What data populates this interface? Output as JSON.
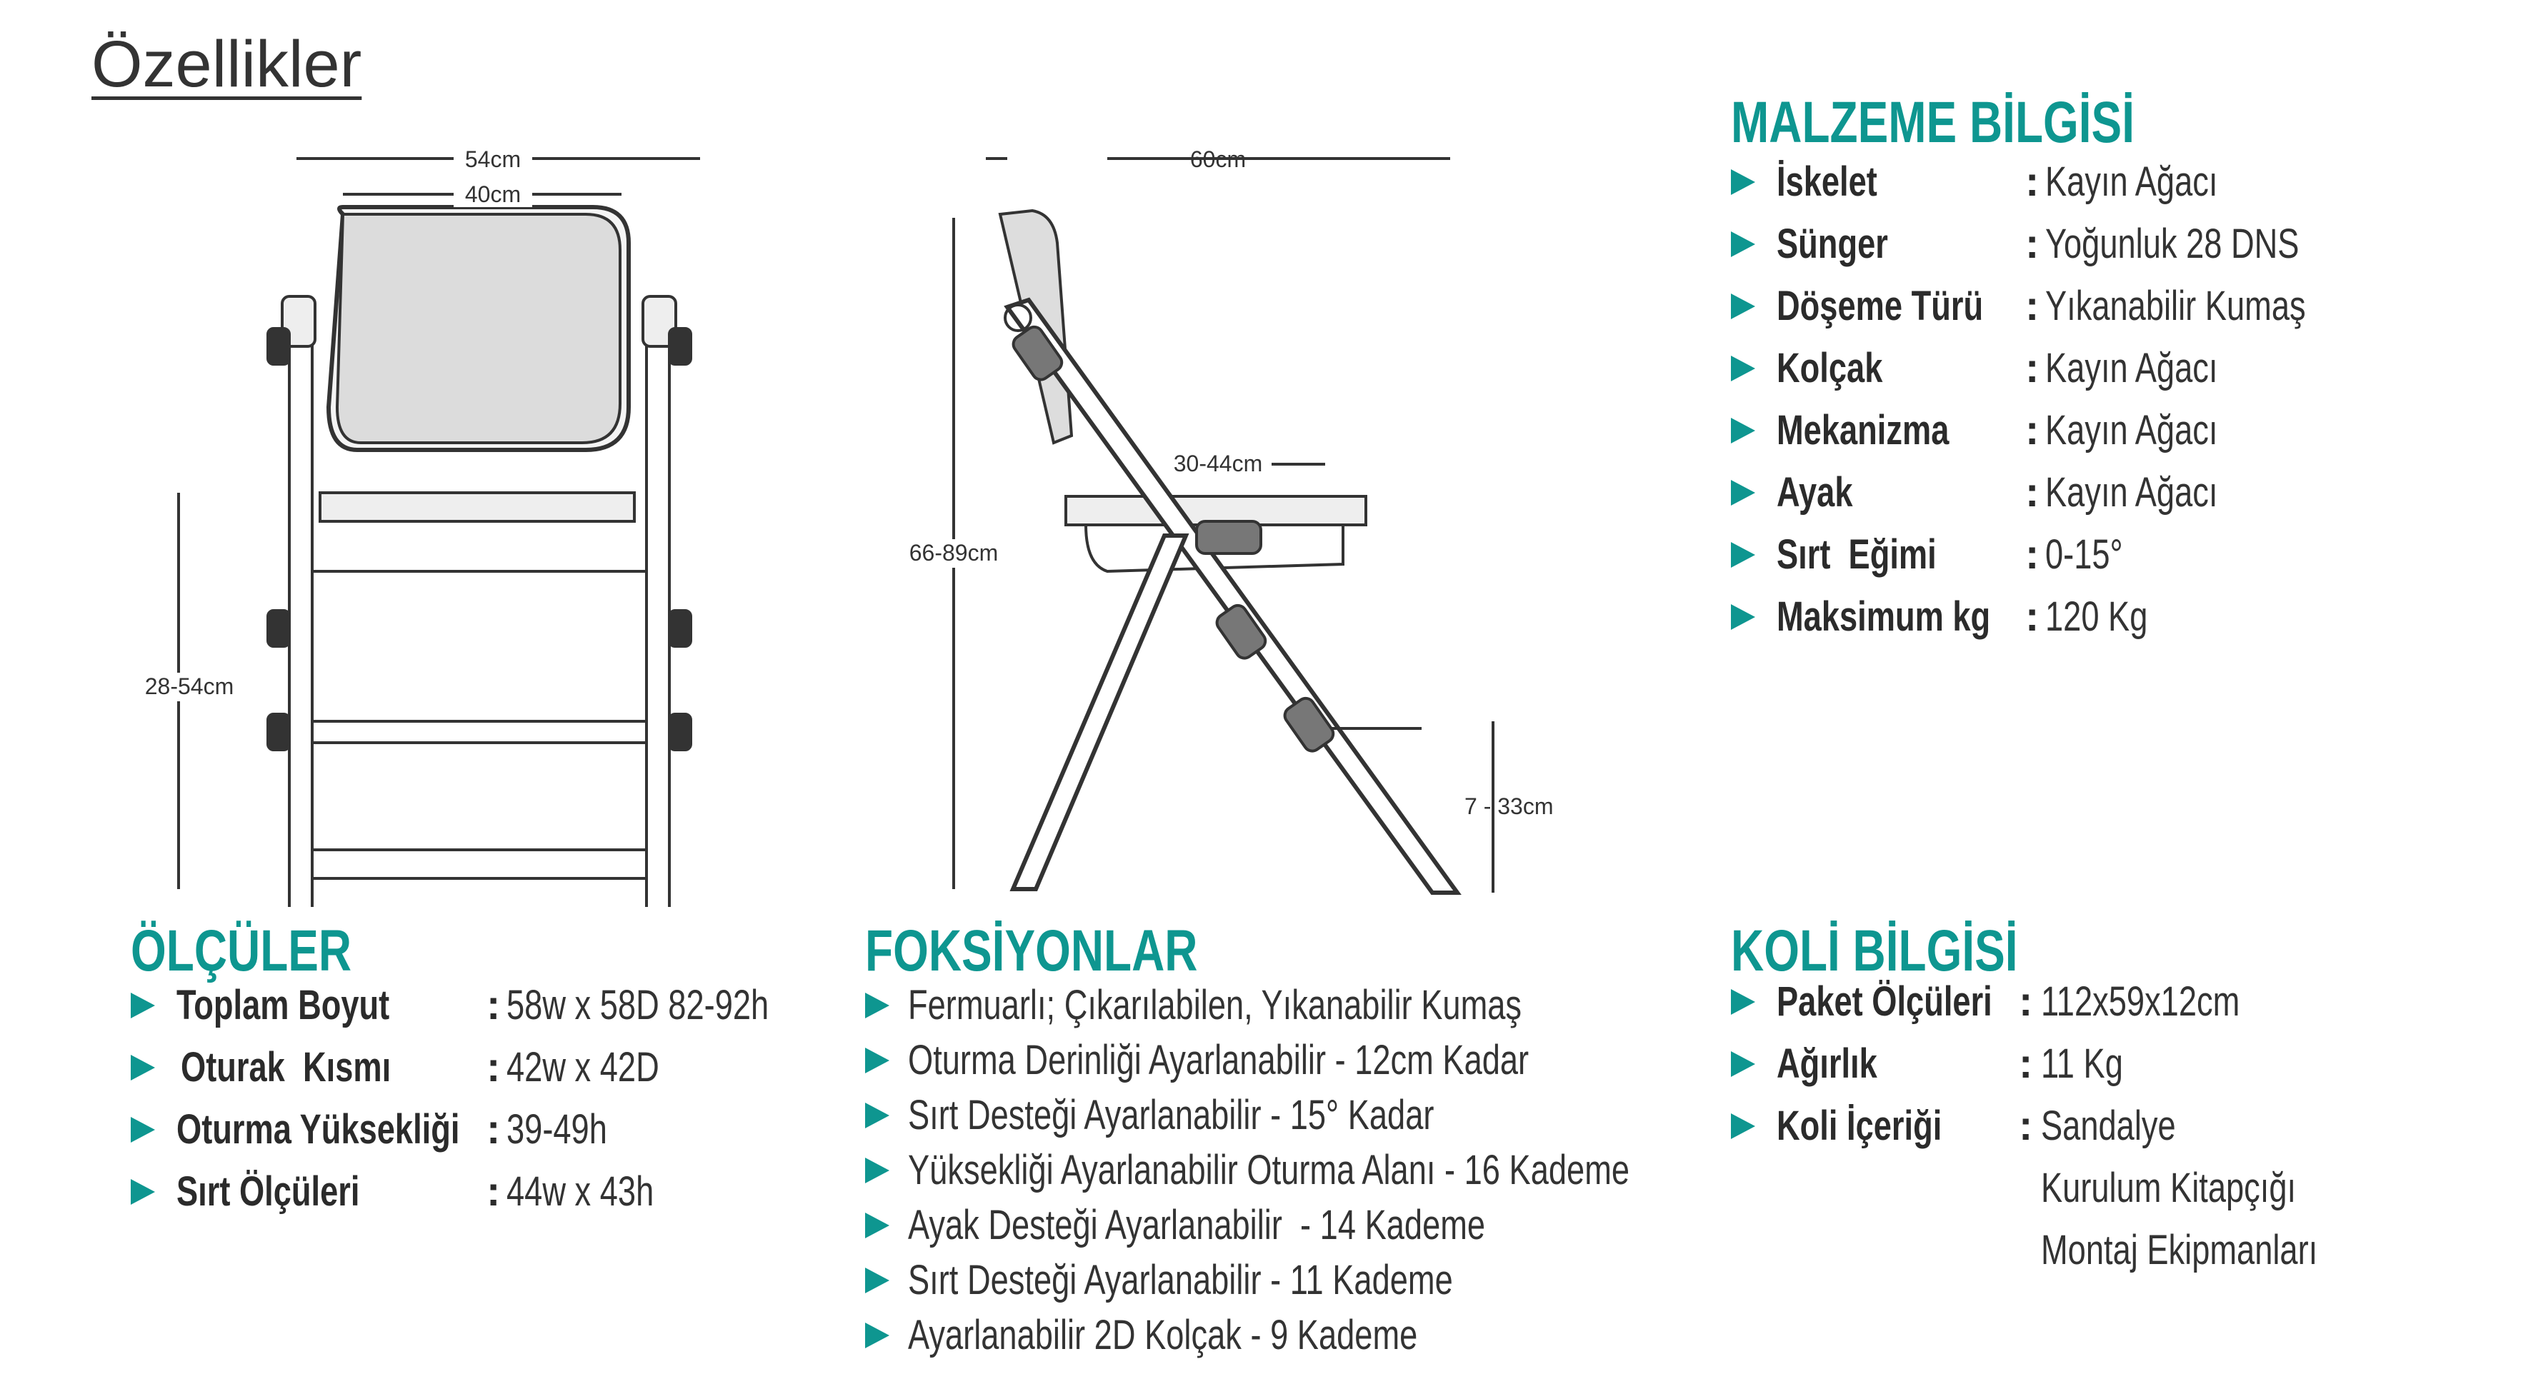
{
  "title": "Özellikler",
  "diagram": {
    "front": {
      "width_outer": "54cm",
      "width_inner": "40cm",
      "height": "28-54cm"
    },
    "side": {
      "depth": "60cm",
      "seat_depth": "30-44cm",
      "height": "66-89cm",
      "footrest": "7 - 33cm"
    }
  },
  "colors": {
    "accent": "#0e9690",
    "text": "#2b2b2b"
  },
  "malzeme": {
    "heading": "MALZEME BİLGİSİ",
    "rows": [
      {
        "label": "İskelet",
        "value": "Kayın Ağacı"
      },
      {
        "label": "Sünger",
        "value": "Yoğunluk 28 DNS"
      },
      {
        "label": "Döşeme Türü",
        "value": "Yıkanabilir Kumaş"
      },
      {
        "label": "Kolçak",
        "value": "Kayın Ağacı"
      },
      {
        "label": "Mekanizma",
        "value": "Kayın Ağacı"
      },
      {
        "label": "Ayak",
        "value": "Kayın Ağacı"
      },
      {
        "label": "Sırt  Eğimi",
        "value": "0-15°"
      },
      {
        "label": "Maksimum kg",
        "value": "120 Kg"
      }
    ]
  },
  "olculer": {
    "heading": "ÖLÇÜLER",
    "rows": [
      {
        "label": "Toplam Boyut",
        "value": "58w x 58D 82-92h"
      },
      {
        "label": "Oturak  Kısmı",
        "value": "42w x 42D"
      },
      {
        "label": "Oturma Yüksekliği",
        "value": "39-49h"
      },
      {
        "label": "Sırt Ölçüleri",
        "value": "44w x 43h"
      }
    ]
  },
  "fonksiyonlar": {
    "heading": "FOKSİYONLAR",
    "items": [
      "Fermuarlı; Çıkarılabilen, Yıkanabilir Kumaş",
      "Oturma Derinliği Ayarlanabilir - 12cm Kadar",
      "Sırt Desteği Ayarlanabilir - 15° Kadar",
      "Yüksekliği Ayarlanabilir Oturma Alanı - 16 Kademe",
      "Ayak Desteği Ayarlanabilir  - 14 Kademe",
      "Sırt Desteği Ayarlanabilir - 11 Kademe",
      "Ayarlanabilir 2D Kolçak - 9 Kademe"
    ]
  },
  "koli": {
    "heading": "KOLİ BİLGİSİ",
    "rows": [
      {
        "label": "Paket Ölçüleri",
        "value": "112x59x12cm"
      },
      {
        "label": "Ağırlık",
        "value": "11 Kg"
      },
      {
        "label": "Koli İçeriği",
        "value": "Sandalye"
      }
    ],
    "extra": [
      "Kurulum Kitapçığı",
      "Montaj Ekipmanları"
    ]
  }
}
